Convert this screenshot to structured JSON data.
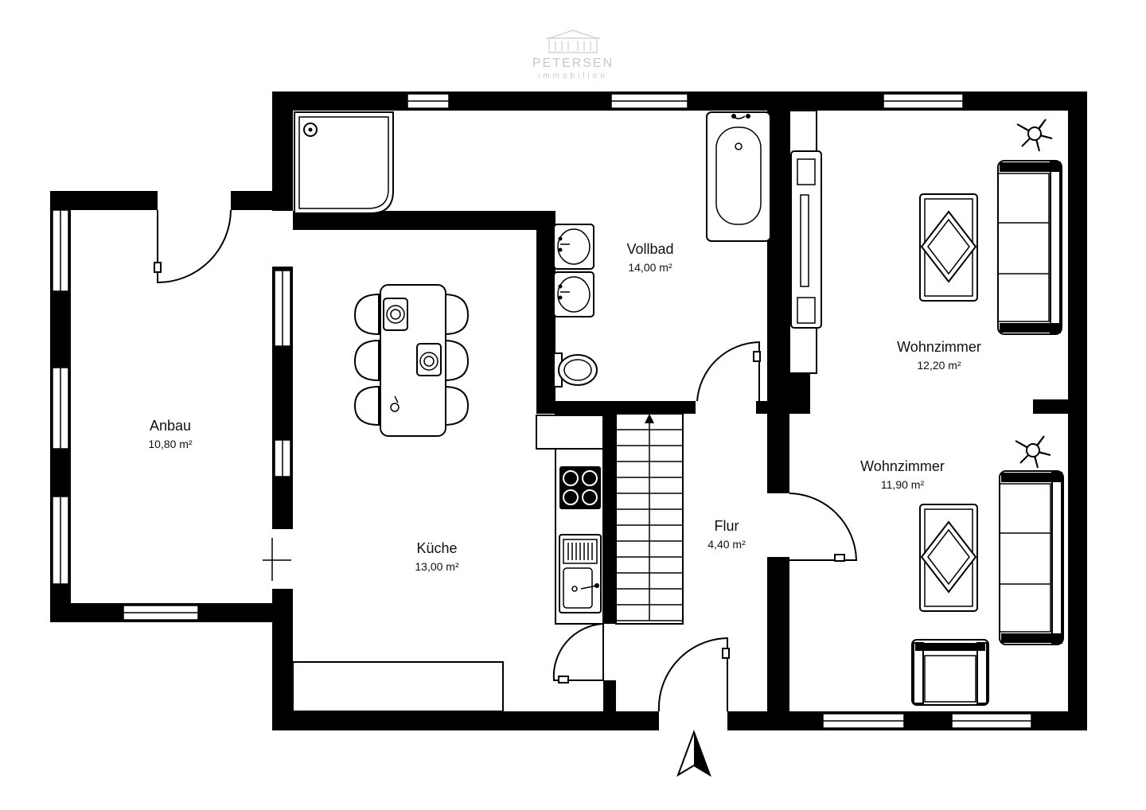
{
  "logo": {
    "name": "PETERSEN",
    "tagline": "immobilien"
  },
  "rooms": [
    {
      "id": "vollbad",
      "name": "Vollbad",
      "area": "14,00 m²"
    },
    {
      "id": "wohnzimmer-1",
      "name": "Wohnzimmer",
      "area": "12,20 m²"
    },
    {
      "id": "wohnzimmer-2",
      "name": "Wohnzimmer",
      "area": "11,90 m²"
    },
    {
      "id": "anbau",
      "name": "Anbau",
      "area": "10,80 m²"
    },
    {
      "id": "kueche",
      "name": "Küche",
      "area": "13,00 m²"
    },
    {
      "id": "flur",
      "name": "Flur",
      "area": "4,40 m²"
    }
  ],
  "icons": [
    "north-arrow-icon",
    "plant-icon",
    "stove-icon",
    "sink-icon",
    "bathtub-icon",
    "shower-icon",
    "toilet-icon"
  ]
}
